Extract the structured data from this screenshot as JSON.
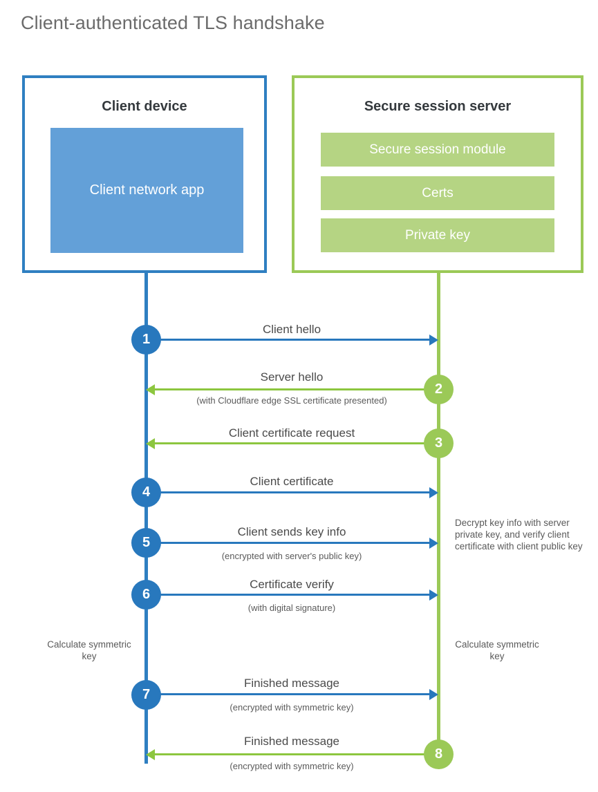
{
  "title": "Client-authenticated TLS handshake",
  "colors": {
    "blue_primary": "#2878bd",
    "blue_box_border": "#2f7fc1",
    "blue_app_fill": "#63a0d8",
    "green_primary": "#8cc63f",
    "green_box_border": "#9bc957",
    "green_bar_fill": "#b5d483",
    "text_dark": "#34393d",
    "text_gray": "#4a4a4a",
    "title_gray": "#6b6b6b",
    "background": "#ffffff"
  },
  "client_box": {
    "title": "Client device",
    "app_label": "Client network app"
  },
  "server_box": {
    "title": "Secure session server",
    "items": [
      "Secure session module",
      "Certs",
      "Private key"
    ]
  },
  "steps": [
    {
      "number": "1",
      "label": "Client hello",
      "sub": "",
      "direction": "client-to-server",
      "color": "blue"
    },
    {
      "number": "2",
      "label": "Server hello",
      "sub": "(with Cloudflare edge SSL certificate presented)",
      "direction": "server-to-client",
      "color": "green"
    },
    {
      "number": "3",
      "label": "Client certificate request",
      "sub": "",
      "direction": "server-to-client",
      "color": "green"
    },
    {
      "number": "4",
      "label": "Client certificate",
      "sub": "",
      "direction": "client-to-server",
      "color": "blue"
    },
    {
      "number": "5",
      "label": "Client sends key info",
      "sub": "(encrypted with server's public key)",
      "direction": "client-to-server",
      "color": "blue"
    },
    {
      "number": "6",
      "label": "Certificate verify",
      "sub": "(with digital signature)",
      "direction": "client-to-server",
      "color": "blue"
    },
    {
      "number": "7",
      "label": "Finished message",
      "sub": "(encrypted with symmetric key)",
      "direction": "client-to-server",
      "color": "blue"
    },
    {
      "number": "8",
      "label": "Finished message",
      "sub": "(encrypted with symmetric key)",
      "direction": "server-to-client",
      "color": "green"
    }
  ],
  "annotations": {
    "server_decrypt": "Decrypt key info with server private key, and verify client certificate with client public key",
    "client_calculate": "Calculate symmetric key",
    "server_calculate": "Calculate symmetric key"
  }
}
